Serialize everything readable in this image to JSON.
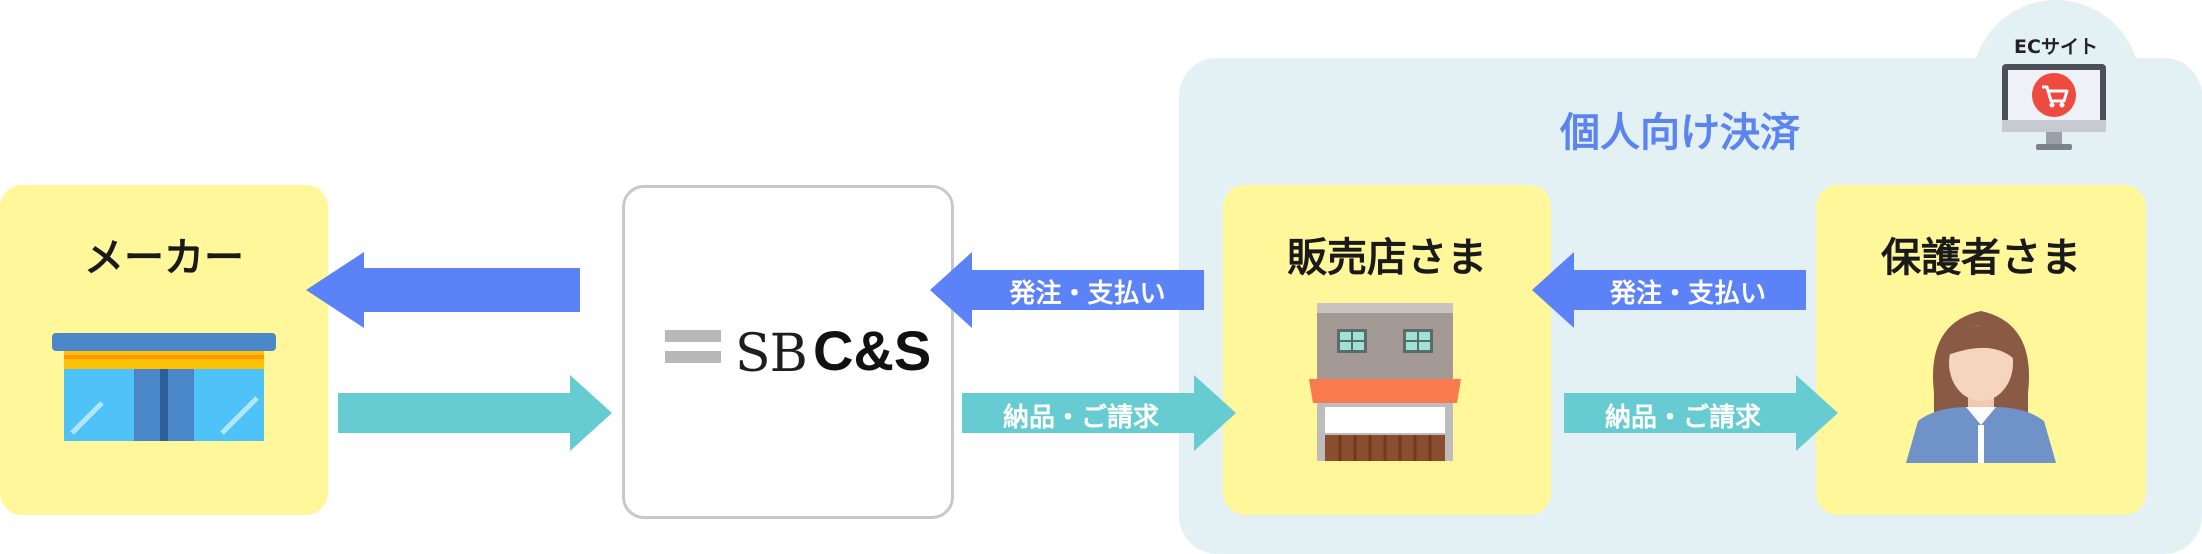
{
  "region": {
    "title": "個人向け決済",
    "ec_label": "ECサイト"
  },
  "nodes": {
    "maker": "メーカー",
    "distributor_logo": {
      "sb": "SB",
      "cs": "C&S"
    },
    "shop": "販売店さま",
    "guardian": "保護者さま"
  },
  "arrows": {
    "order_payment": "発注・支払い",
    "delivery_billing": "納品・ご請求"
  },
  "colors": {
    "order_arrow": "#5b82f7",
    "delivery_arrow": "#67cbd2",
    "box_yellow": "#fff79a",
    "region_bg": "#e3f1f5",
    "region_title": "#5b84ef"
  },
  "icons": [
    "storefront-icon",
    "shop-building-icon",
    "woman-avatar-icon",
    "monitor-cart-icon"
  ]
}
